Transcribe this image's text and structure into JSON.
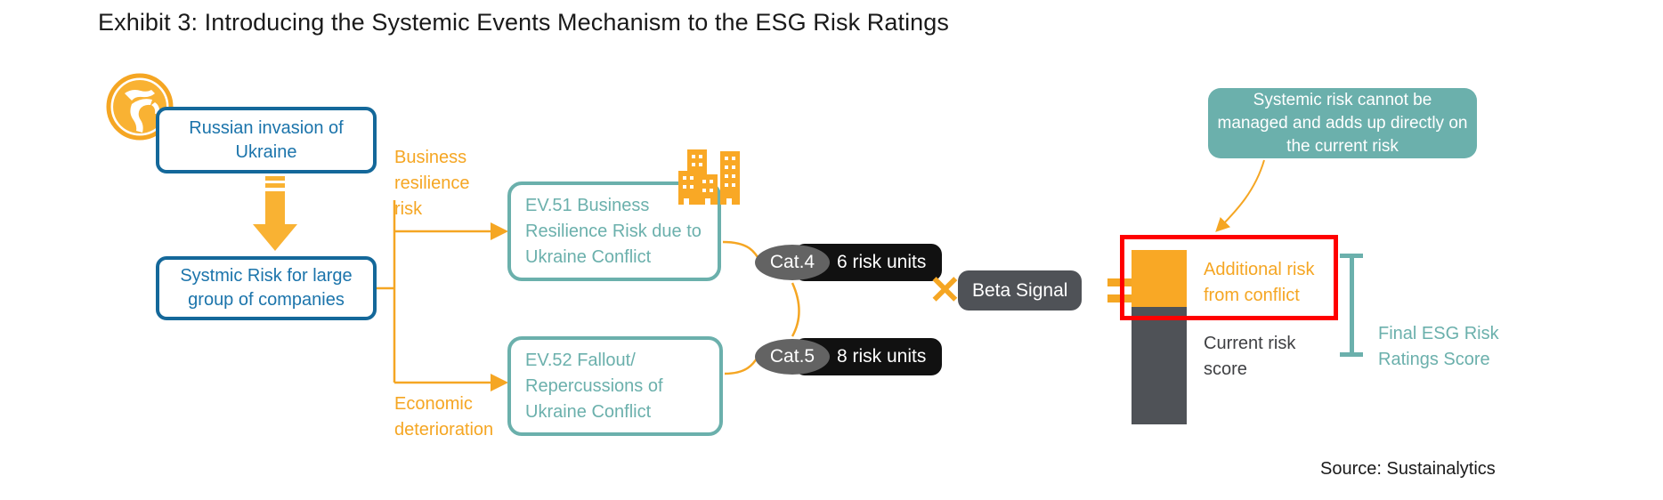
{
  "title": "Exhibit 3: Introducing the Systemic Events Mechanism to the ESG Risk Ratings",
  "source": "Source: Sustainalytics",
  "colors": {
    "blue": "#14689a",
    "blue_text": "#1b74ab",
    "orange": "#f5a623",
    "orange_bar": "#f9a825",
    "teal": "#6bb0ac",
    "dark_gray": "#4f5257",
    "cat_gray": "#636363",
    "black_pill": "#111111",
    "red_highlight": "#ff0000",
    "title_text": "#1a1a1a"
  },
  "flow": {
    "event_box": "Russian invasion of Ukraine",
    "systemic_box": "Systmic Risk for large group of companies",
    "branch_labels": {
      "business": "Business resilience risk",
      "economic": "Economic deterioration"
    },
    "ev_boxes": [
      {
        "label": "EV.51 Business Resilience Risk due to Ukraine Conflict"
      },
      {
        "label": "EV.52 Fallout/ Repercussions of Ukraine Conflict"
      }
    ],
    "risk_badges": [
      {
        "category": "Cat.4",
        "units": "6 risk units"
      },
      {
        "category": "Cat.5",
        "units": "8 risk units"
      }
    ],
    "multiply_symbol": "✕",
    "beta_signal": "Beta Signal"
  },
  "result": {
    "callout": "Systemic risk cannot be managed and adds up directly on the current risk",
    "additional_risk_label": "Additional risk from conflict",
    "current_risk_label": "Current risk score",
    "final_score_label": "Final ESG Risk Ratings Score"
  },
  "icons": {
    "globe": "globe-icon",
    "down_arrow": "down-arrow-icon",
    "buildings": "buildings-icon"
  }
}
